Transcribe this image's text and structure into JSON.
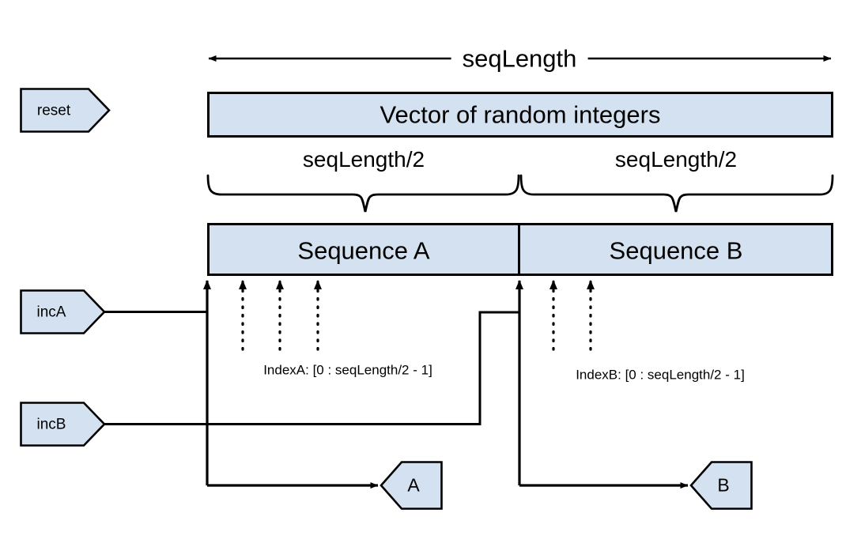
{
  "diagram": {
    "title_span_label": "seqLength",
    "vector_box": {
      "label": "Vector of random integers"
    },
    "half_labels": {
      "left": "seqLength/2",
      "right": "seqLength/2"
    },
    "sequence_boxes": [
      {
        "label": "Sequence A"
      },
      {
        "label": "Sequence B"
      }
    ],
    "index_labels": [
      "IndexA: [0 : seqLength/2 - 1]",
      "IndexB: [0 : seqLength/2 - 1]"
    ],
    "input_ports": [
      {
        "label": "reset"
      },
      {
        "label": "incA"
      },
      {
        "label": "incB"
      }
    ],
    "output_ports": [
      {
        "label": "A"
      },
      {
        "label": "B"
      }
    ],
    "colors": {
      "shape_fill": "#d4e1f0",
      "stroke": "#000000",
      "background": "#ffffff"
    }
  }
}
